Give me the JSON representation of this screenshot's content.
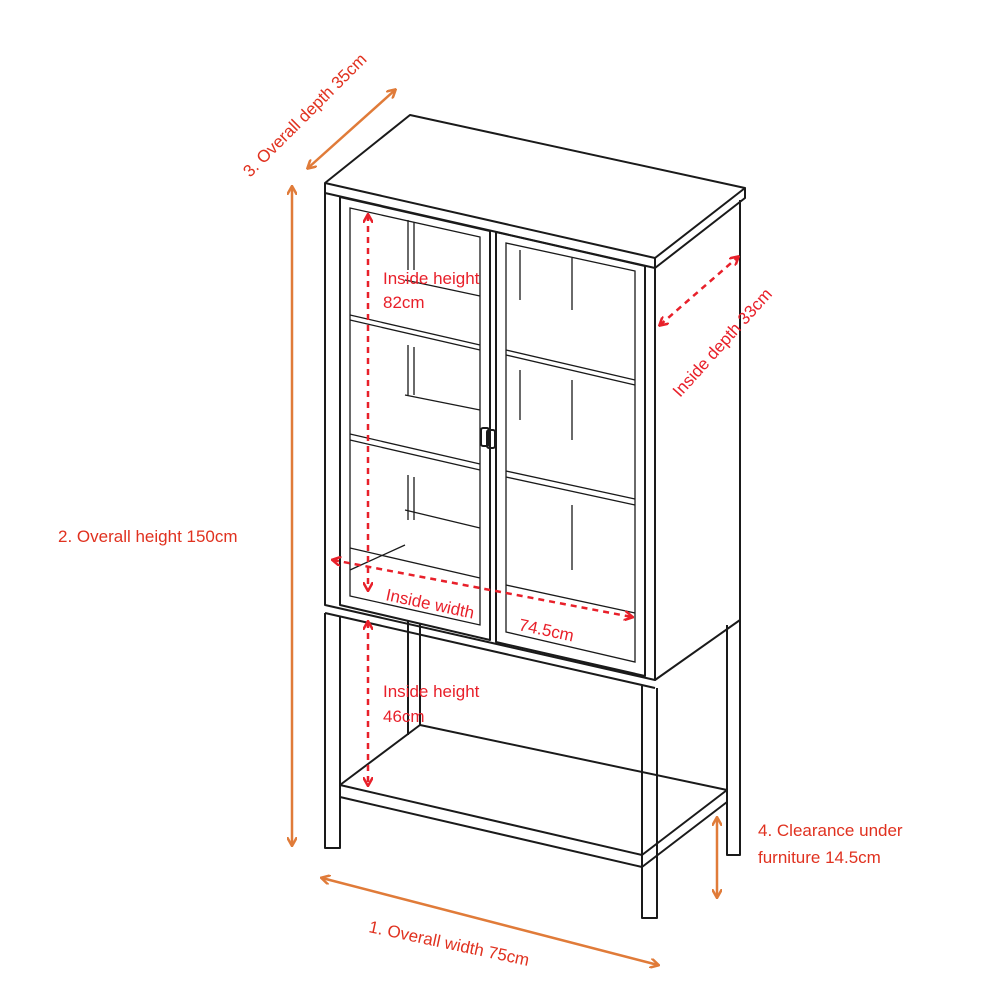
{
  "colors": {
    "inside_dims": "#e8202a",
    "overall_dims": "#e07b39",
    "label_text": "#e8202a",
    "outline": "#1a1a1a"
  },
  "labels": {
    "overall_depth": "3. Overall depth 35cm",
    "overall_height": "2.  Overall height 150cm",
    "inside_height_top_1": "Inside height",
    "inside_height_top_2": "82cm",
    "inside_depth": "Inside depth 33cm",
    "inside_width": "Inside width",
    "inside_width_value": "74.5cm",
    "inside_height_bottom_1": "Inside height",
    "inside_height_bottom_2": "46cm",
    "clearance_1": "4. Clearance under",
    "clearance_2": "furniture 14.5cm",
    "overall_width": "1.  Overall width 75cm"
  }
}
